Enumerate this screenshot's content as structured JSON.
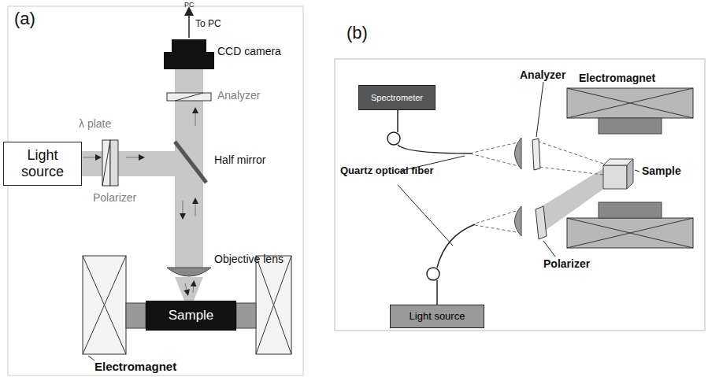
{
  "diagram": {
    "nodes": [
      {
        "text": [
          "Light source"
        ]
      },
      {
        "text": [
          "Sample"
        ]
      },
      {
        "text": [
          "Spectrometer"
        ]
      },
      {
        "text": [
          "Light source"
        ]
      }
    ],
    "labels": [
      "(a)",
      "PC",
      "To PC",
      "CCD camera",
      "λ plate",
      "Half mirror",
      "Analyzer",
      "Polarizer",
      "Objective lens",
      "Electromagnet",
      "(b)",
      "Analyzer",
      "Electromagnet",
      "Sample",
      "Quartz optical fiber",
      "Polarizer"
    ]
  }
}
